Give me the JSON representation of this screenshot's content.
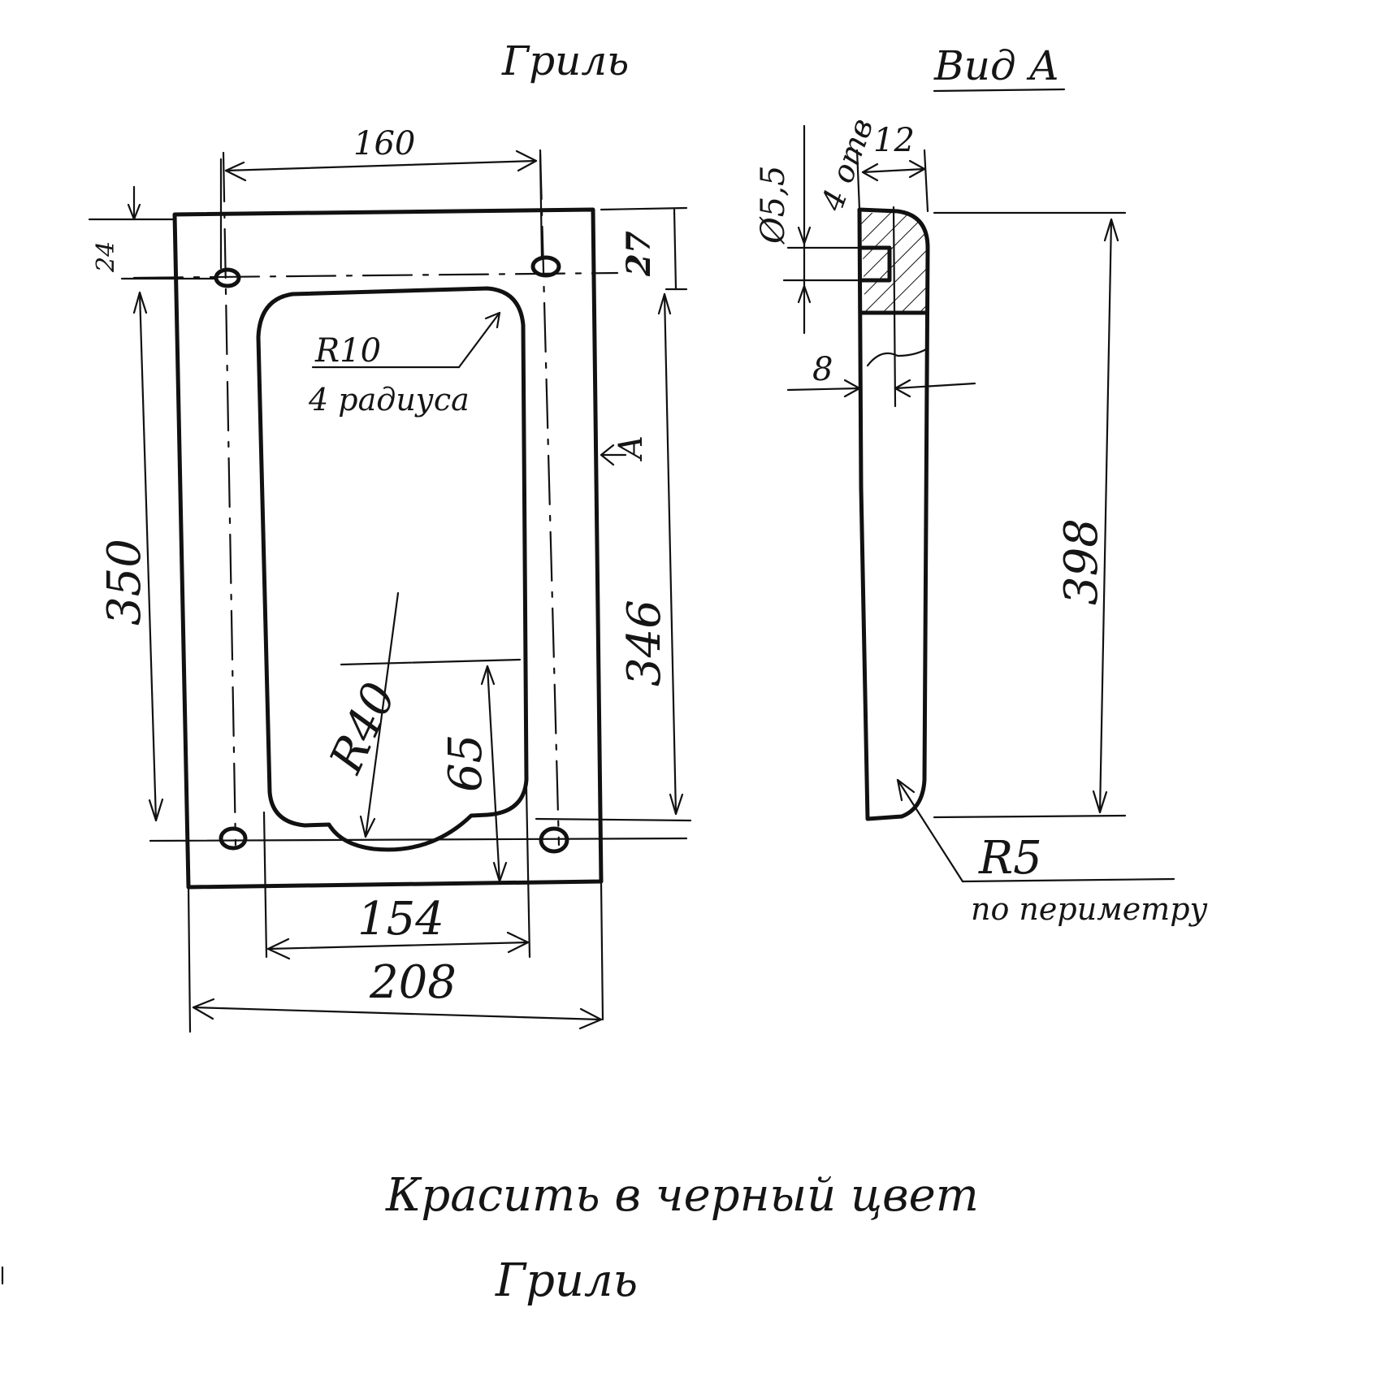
{
  "titles": {
    "front_view": "Гриль",
    "side_view": "Вид А"
  },
  "front_view": {
    "dimensions": {
      "hole_spacing_width": "160",
      "top_offset_left": "24",
      "top_offset_right": "27",
      "hole_spacing_height": "350",
      "cutout_height": "346",
      "bottom_offset": "65",
      "cutout_width": "154",
      "overall_width": "208"
    },
    "annotations": {
      "corner_radius": "R10",
      "corner_radius_note": "4 радиуса",
      "bottom_arc_radius": "R40",
      "view_marker": "A"
    }
  },
  "side_view": {
    "dimensions": {
      "thickness": "12",
      "hole_diameter": "Ø5,5",
      "hole_count": "4 отв",
      "groove_depth": "8",
      "overall_height": "398"
    },
    "annotations": {
      "edge_radius": "R5",
      "edge_radius_note": "по периметру"
    }
  },
  "footer": {
    "paint_note": "Красить в черный цвет",
    "part_name": "Гриль"
  }
}
